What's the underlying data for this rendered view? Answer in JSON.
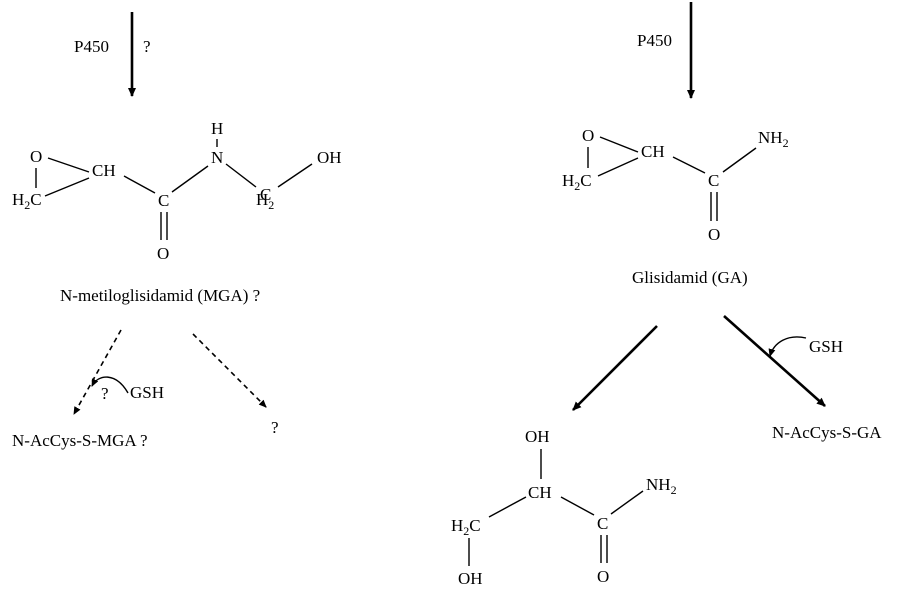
{
  "left_top_arrow": {
    "enzyme": "P450",
    "question": "?"
  },
  "right_top_arrow": {
    "enzyme": "P450"
  },
  "mga": {
    "atoms": {
      "o": "O",
      "ch": "CH",
      "h2c": "H",
      "h2c_sub": "2",
      "h2c_c": "C",
      "c": "C",
      "o_dbl": "O",
      "n": "N",
      "h": "H",
      "ch2": "H",
      "ch2_sub": "2",
      "ch2_c": "C",
      "oh": "OH"
    },
    "name": "N-metiloglisidamid (MGA) ?"
  },
  "ga": {
    "atoms": {
      "o": "O",
      "ch": "CH",
      "h2c": "H",
      "h2c_sub": "2",
      "h2c_c": "C",
      "c": "C",
      "o_dbl": "O",
      "nh2": "NH",
      "nh2_sub": "2"
    },
    "name": "Glisidamid (GA)"
  },
  "mga_products": {
    "gsh": "GSH",
    "gsh_question": "?",
    "conjugate": "N-AcCys-S-MGA ?",
    "unknown": "?"
  },
  "ga_products": {
    "gsh": "GSH",
    "conjugate": "N-AcCys-S-GA",
    "diol": {
      "oh_top": "OH",
      "ch": "CH",
      "nh2": "NH",
      "nh2_sub": "2",
      "h2c": "H",
      "h2c_sub": "2",
      "h2c_c": "C",
      "c": "C",
      "o_dbl": "O",
      "oh_bottom": "OH"
    }
  }
}
